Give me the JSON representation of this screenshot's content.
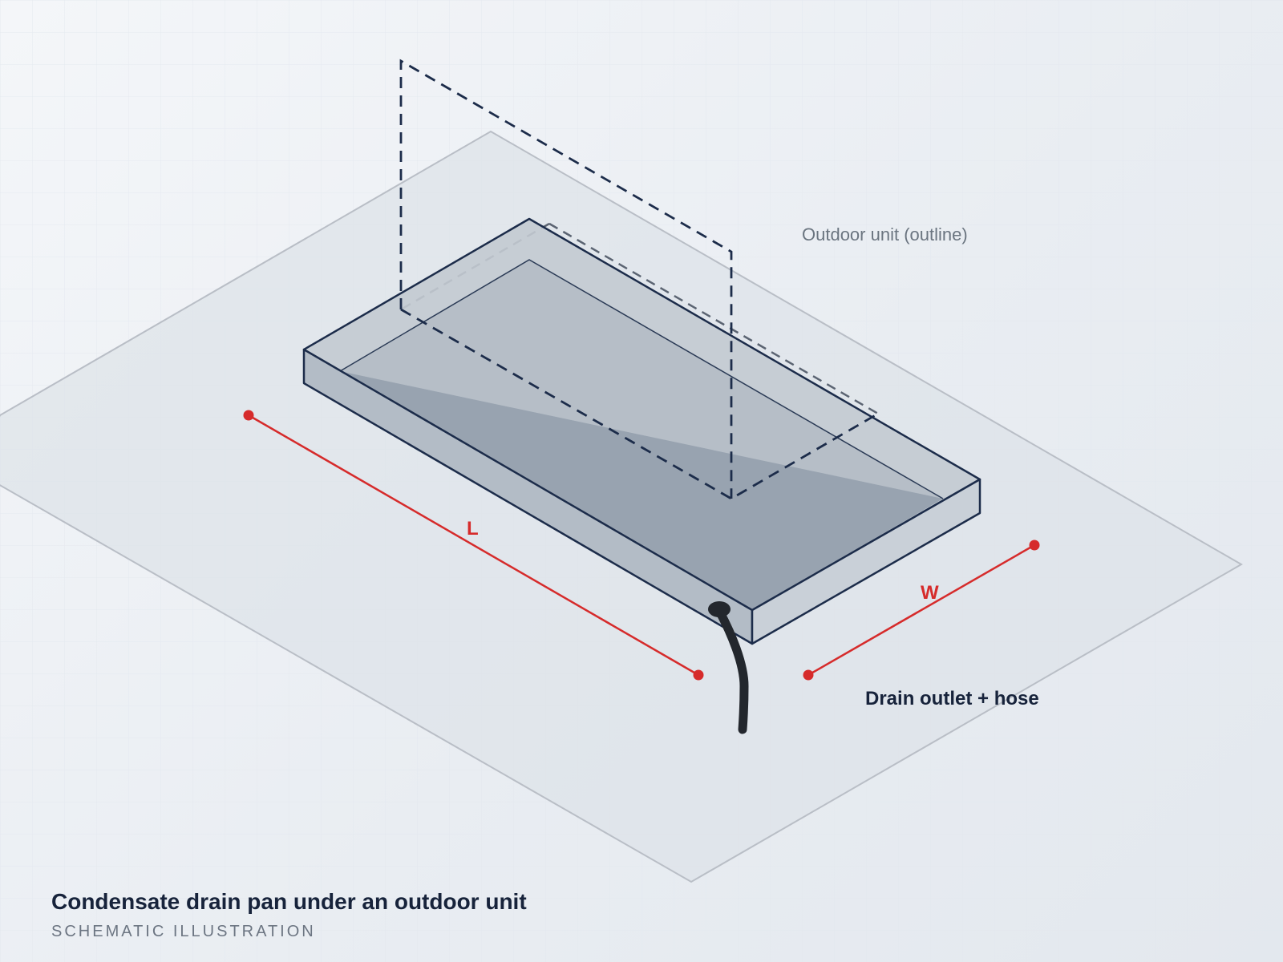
{
  "diagram": {
    "labels": {
      "outdoor_unit": "Outdoor unit (outline)",
      "length": "L",
      "width": "W",
      "drain": "Drain outlet + hose"
    }
  },
  "caption": {
    "title": "Condensate drain pan under an outdoor unit",
    "subtitle": "SCHEMATIC ILLUSTRATION"
  },
  "colors": {
    "pan_stroke": "#1c2c4a",
    "dimension_red": "#d62b2b",
    "hose": "#23272d",
    "label_dark": "#17233b",
    "label_grey": "#6b7580",
    "ground_stroke": "#b9bec6"
  },
  "icons": {
    "dimension_endpoint": "dot",
    "drain_outlet": "hose-fitting"
  }
}
